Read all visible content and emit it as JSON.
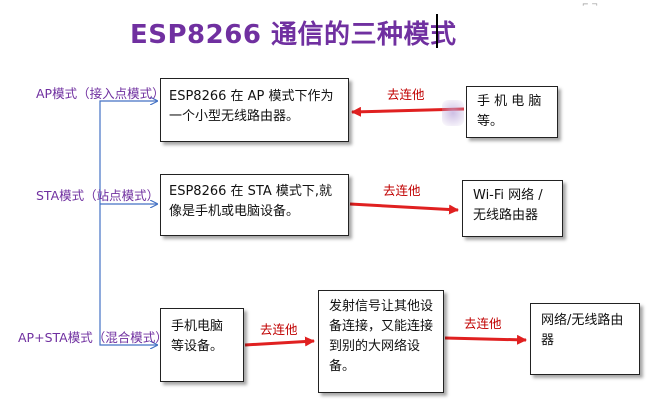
{
  "title": "ESP8266 通信的三种模式",
  "modes": [
    {
      "label": "AP模式（接入点模式）"
    },
    {
      "label": "STA模式（站点模式）"
    },
    {
      "label": "AP+STA模式（混合模式）"
    }
  ],
  "ap_row": {
    "desc": "ESP8266 在 AP 模式下作为一个小型无线路由器。",
    "arrow_label": "去连他",
    "device": "手 机 电 脑 等。"
  },
  "sta_row": {
    "desc": "ESP8266 在 STA 模式下,就像是手机或电脑设备。",
    "arrow_label": "去连他",
    "device": "Wi-Fi 网络 / 无线路由器"
  },
  "mixed_row": {
    "device": "手机电脑等设备。",
    "arrow_label_1": "去连他",
    "desc": "发射信号让其他设备连接，又能连接到别的大网络设备。",
    "arrow_label_2": "去连他",
    "network": "网络/无线路由器"
  },
  "colors": {
    "title": "#7030a0",
    "connector": "#4472c4",
    "arrow": "#e02020",
    "label": "#c00000"
  }
}
